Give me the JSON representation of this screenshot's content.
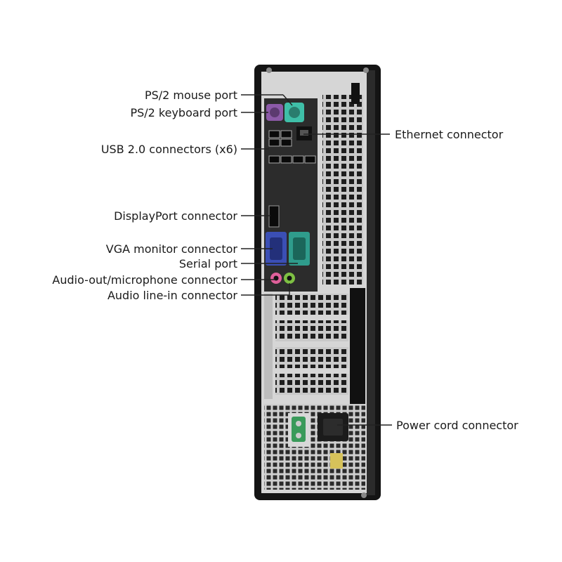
{
  "labels": {
    "ps2_mouse": "PS/2 mouse port",
    "ps2_keyboard": "PS/2 keyboard port",
    "usb": "USB 2.0 connectors (x6)",
    "ethernet": "Ethernet connector",
    "displayport": "DisplayPort connector",
    "vga": "VGA monitor connector",
    "serial": "Serial port",
    "audio_out": "Audio-out/microphone connector",
    "audio_in": "Audio line-in connector",
    "power": "Power cord connector"
  },
  "colors": {
    "case_black": "#141414",
    "metal": "#d6d6d6",
    "ps2_mouse": "#3fbfa8",
    "ps2_keyboard": "#8c5aa8",
    "vga": "#3b4fb5",
    "serial": "#2f9c8c",
    "audio_out": "#e0609a",
    "audio_in": "#7ec043",
    "psu_switch": "#3a9a5a"
  }
}
